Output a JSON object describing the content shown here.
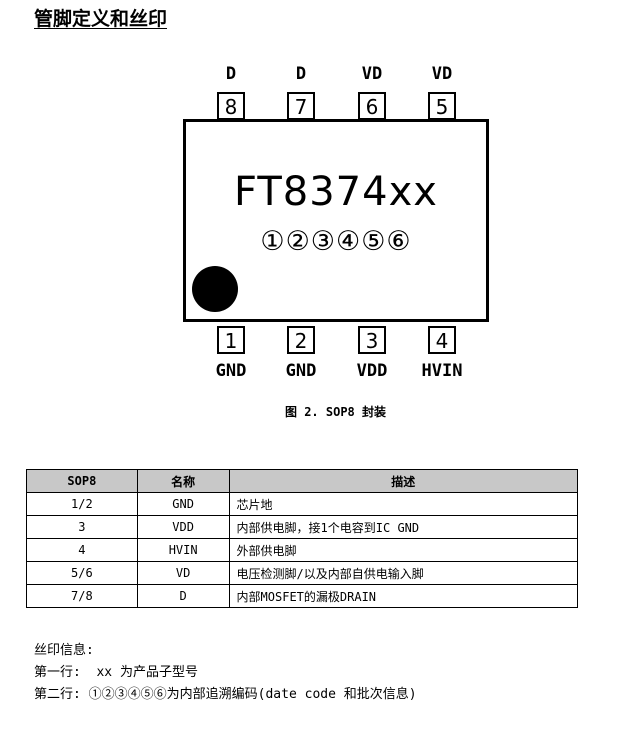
{
  "heading": "管脚定义和丝印",
  "package": {
    "top_pins": [
      {
        "number": "8",
        "label": "D"
      },
      {
        "number": "7",
        "label": "D"
      },
      {
        "number": "6",
        "label": "VD"
      },
      {
        "number": "5",
        "label": "VD"
      }
    ],
    "bottom_pins": [
      {
        "number": "1",
        "label": "GND"
      },
      {
        "number": "2",
        "label": "GND"
      },
      {
        "number": "3",
        "label": "VDD"
      },
      {
        "number": "4",
        "label": "HVIN"
      }
    ],
    "marking_line1": "FT8374xx",
    "marking_line2": "①②③④⑤⑥"
  },
  "caption": "图 2. SOP8 封装",
  "table": {
    "headers": [
      "SOP8",
      "名称",
      "描述"
    ],
    "rows": [
      [
        "1/2",
        "GND",
        "芯片地"
      ],
      [
        "3",
        "VDD",
        "内部供电脚，接1个电容到IC GND"
      ],
      [
        "4",
        "HVIN",
        "外部供电脚"
      ],
      [
        "5/6",
        "VD",
        "电压检测脚/以及内部自供电输入脚"
      ],
      [
        "7/8",
        "D",
        "内部MOSFET的漏极DRAIN"
      ]
    ]
  },
  "notes": {
    "title": "丝印信息:",
    "line1": "第一行:  xx 为产品子型号",
    "line2": "第二行: ①②③④⑤⑥为内部追溯编码(date code 和批次信息)"
  }
}
